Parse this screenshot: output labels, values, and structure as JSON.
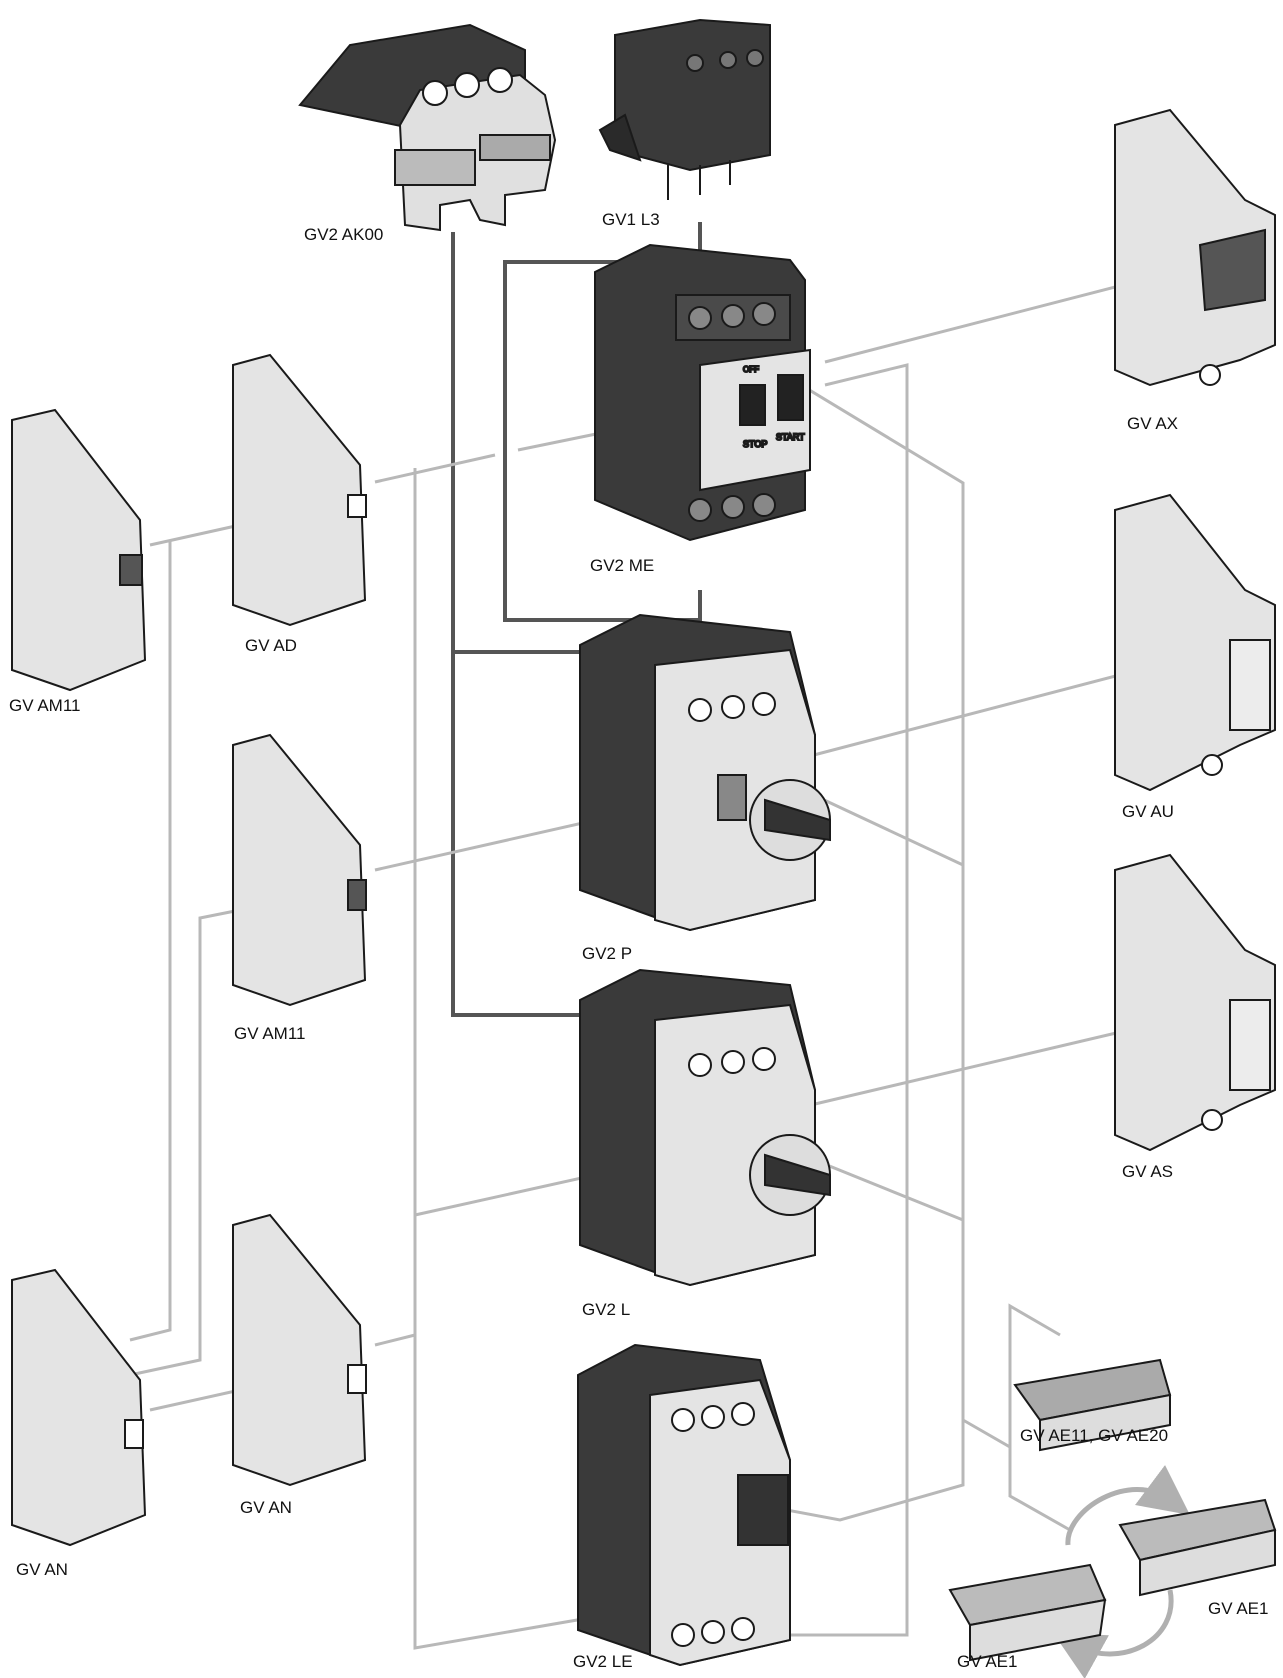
{
  "labels": {
    "gv2_ak00": "GV2 AK00",
    "gv1_l3": "GV1 L3",
    "gv2_me": "GV2 ME",
    "gv2_p": "GV2 P",
    "gv2_l": "GV2 L",
    "gv2_le": "GV2 LE",
    "gv_ax": "GV AX",
    "gv_au": "GV AU",
    "gv_as": "GV AS",
    "gv_ae11_ae20": "GV AE11, GV AE20",
    "gv_ae1_right": "GV AE1",
    "gv_ae1_left": "GV AE1",
    "gv_ad": "GV AD",
    "gv_am11_top": "GV AM11",
    "gv_am11_mid": "GV AM11",
    "gv_an_left": "GV AN",
    "gv_an_right": "GV AN"
  },
  "module_marks": {
    "stop": "STOP",
    "start": "START",
    "off": "OFF"
  },
  "colors": {
    "dark_housing": "#3a3a3a",
    "light_housing": "#e4e4e4",
    "connector_dark": "#555555",
    "connector_light": "#b5b5b5",
    "outline": "#1a1a1a"
  }
}
